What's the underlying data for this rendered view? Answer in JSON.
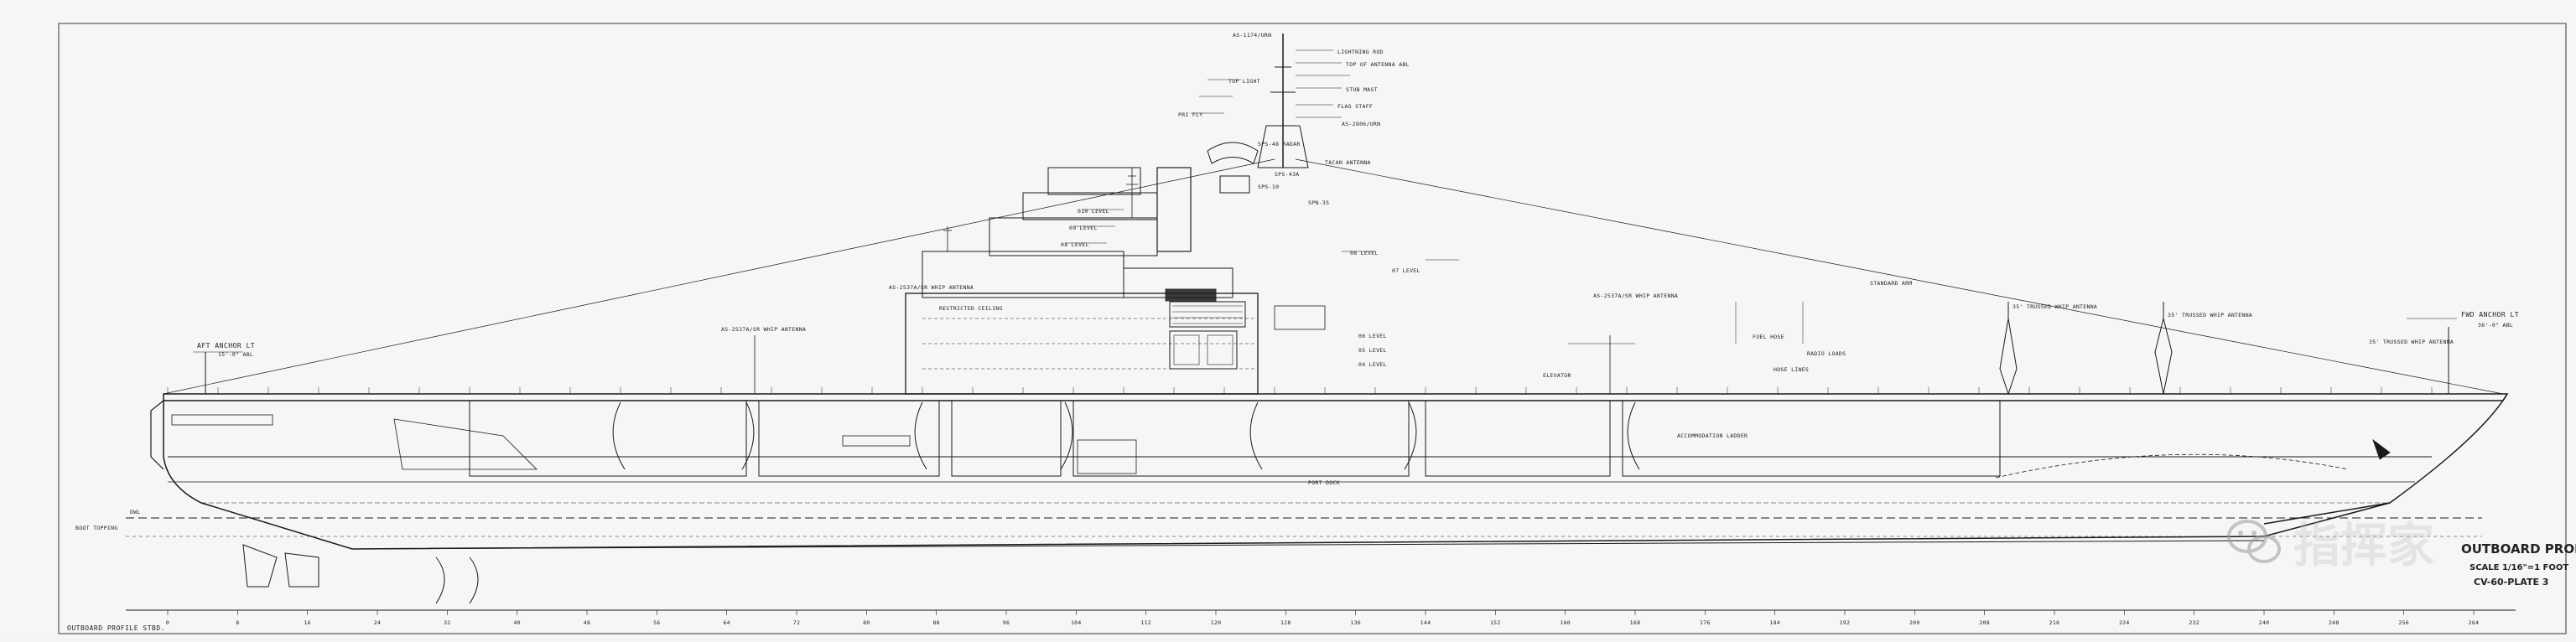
{
  "title_block": {
    "title": "OUTBOARD PROFILE STBD.",
    "scale": "SCALE 1/16\"=1 FOOT",
    "plate": "CV-60-PLATE 3"
  },
  "corner_label": "OUTBOARD PROFILE STBD.",
  "watermark": {
    "text": "指挥家",
    "icon": "wechat-icon"
  },
  "annotations": {
    "aft_anchor_lt": "AFT ANCHOR LT",
    "aft_anchor_height": "15'-0\" ABL",
    "fwd_anchor_lt": "FWD ANCHOR LT",
    "fwd_anchor_height": "36'-0\" ABL",
    "boot_topping": "BOOT TOPPING",
    "dwl": "DWL",
    "lightning_rod": "LIGHTNING ROD",
    "mast_top": "TOP OF ANTENNA ABL",
    "top_light": "TOP LIGHT",
    "stub_mast": "STUB MAST",
    "flag_staff": "FLAG STAFF",
    "pri_fly": "PRI FLY",
    "o10_level": "010 LEVEL",
    "o9_level": "09 LEVEL",
    "o8_level": "08 LEVEL",
    "whip_antenna_1": "AS-2537A/SR WHIP ANTENNA",
    "whip_antenna_2": "AS-2537A/SR WHIP ANTENNA",
    "whip_antenna_3": "AS-2537A/SR WHIP ANTENNA",
    "trussed_whip_1": "35' TRUSSED WHIP ANTENNA",
    "trussed_whip_2": "35' TRUSSED WHIP ANTENNA",
    "trussed_whip_3": "35' TRUSSED WHIP ANTENNA",
    "fuel_hose": "FUEL HOSE",
    "radio_loads": "RADIO LOADS",
    "hose_lines": "HOSE LINES",
    "elevator": "ELEVATOR",
    "accommodation_ladder": "ACCOMMODATION LADDER",
    "port_dock": "PORT DOCK",
    "island": "SPS-48 RADAR",
    "sps_43": "SPS-43A",
    "sps_10": "SPS-10",
    "spn_35": "SPN-35",
    "level_08": "08 LEVEL",
    "level_07": "07 LEVEL",
    "level_06": "06 LEVEL",
    "level_05": "05 LEVEL",
    "level_04": "04 LEVEL",
    "misc_1": "AS-1174/URN",
    "misc_2": "AS-2806/URN",
    "misc_3": "TACAN ANTENNA",
    "misc_4": "STANDARD ARM",
    "misc_5": "RESTRICTED CEILING"
  },
  "frame_numbers": [
    "0",
    "8",
    "16",
    "24",
    "32",
    "40",
    "48",
    "56",
    "64",
    "72",
    "80",
    "88",
    "96",
    "104",
    "112",
    "120",
    "128",
    "136",
    "144",
    "152",
    "160",
    "168",
    "176",
    "184",
    "192",
    "200",
    "208",
    "216",
    "224",
    "232",
    "240",
    "248",
    "256",
    "264"
  ],
  "colors": {
    "ink": "#1a1a1a",
    "paper": "#f6f6f4",
    "watermark": "#9a9a9a"
  }
}
